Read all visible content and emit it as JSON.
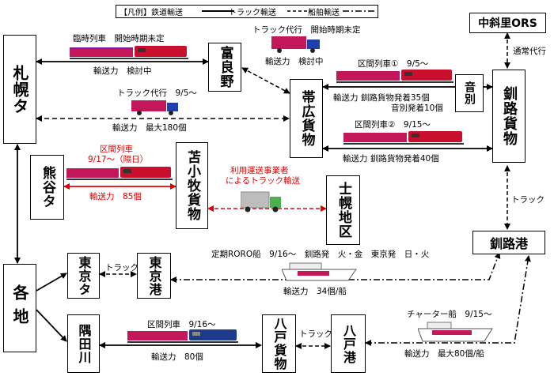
{
  "legend": {
    "title": "【凡例】",
    "rail": "鉄道輸送",
    "truck": "トラック輸送",
    "ship": "船舶輸送"
  },
  "nodes": {
    "sapporo": "札幌タ",
    "furano": "富良野",
    "obihiro": "帯広貨物",
    "otowake": "音別",
    "kushiro": "釧路貨物",
    "naka_shari": "中斜里ORS",
    "kushiro_port": "釧路港",
    "kumagaya": "熊谷タ",
    "tomakomai": "苫小牧貨物",
    "shihoro": "士幌地区",
    "kakuchi": "各地",
    "tokyo_ta": "東京タ",
    "tokyo_port": "東京港",
    "sumidagawa": "隅田川",
    "hachinohe": "八戸貨物",
    "hachinohe_port": "八戸港"
  },
  "labels": {
    "rinji_title": "臨時列車　開始時期未定",
    "rinji_cap": "輸送力　検討中",
    "truck_daiko_title": "トラック代行　開始時期未定",
    "truck_daiko_cap": "輸送力　検討中",
    "kukan1_title": "区間列車①　9/5～",
    "kukan1_cap1": "輸送力 釧路貨物発着35個",
    "kukan1_cap2": "音別発着10個",
    "truck95_title": "トラック代行　9/5～",
    "truck95_cap": "輸送力　最大180個",
    "kukan2_title": "区間列車②　9/15～",
    "kukan2_cap": "輸送力 釧路貨物発着40個",
    "kukan917_title": "区間列車",
    "kukan917_date": "9/17～（隔日）",
    "kukan917_cap": "輸送力　85個",
    "riyou1": "利用運送事業者",
    "riyou2": "によるトラック輸送",
    "tsujo": "通常代行",
    "truck_kushiro": "トラック",
    "roro_title": "定期RORO船　9/16～　釧路発　火・金　東京発　日・火",
    "roro_cap": "輸送力　34個/船",
    "truck_tokyo": "トラック",
    "sumida_title": "区間列車　9/16～",
    "sumida_cap": "輸送力　80個",
    "truck_hachi": "トラック",
    "charter_title": "チャーター船　9/15～",
    "charter_cap": "輸送力　最大80個/船"
  },
  "colors": {
    "red": "#e00000",
    "train_red": "#c8102e",
    "container_pink": "#c2185b",
    "truck_blue": "#1e40af"
  }
}
